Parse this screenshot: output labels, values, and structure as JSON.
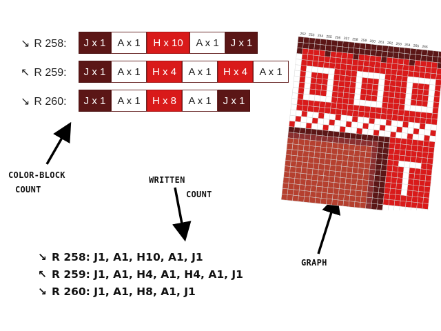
{
  "rows": [
    {
      "arrow": "↘",
      "label": "R 258:",
      "blocks": [
        {
          "color": "J",
          "text": "J x 1"
        },
        {
          "color": "A",
          "text": "A x 1"
        },
        {
          "color": "H",
          "text": "H x 10"
        },
        {
          "color": "A",
          "text": "A x 1"
        },
        {
          "color": "J",
          "text": "J x 1"
        }
      ]
    },
    {
      "arrow": "↖",
      "label": "R 259:",
      "blocks": [
        {
          "color": "J",
          "text": "J x 1"
        },
        {
          "color": "A",
          "text": "A x 1"
        },
        {
          "color": "H",
          "text": "H x 4"
        },
        {
          "color": "A",
          "text": "A x 1"
        },
        {
          "color": "H",
          "text": "H x 4"
        },
        {
          "color": "A",
          "text": "A x 1"
        }
      ]
    },
    {
      "arrow": "↘",
      "label": "R 260:",
      "blocks": [
        {
          "color": "J",
          "text": "J x 1"
        },
        {
          "color": "A",
          "text": "A x 1"
        },
        {
          "color": "H",
          "text": "H x 8"
        },
        {
          "color": "A",
          "text": "A x 1"
        },
        {
          "color": "J",
          "text": "J x 1"
        }
      ]
    }
  ],
  "annotations": {
    "color_block_line1": "COLOR-BLOCK",
    "color_block_line2": "COUNT",
    "written_line1": "WRITTEN",
    "written_line2": "COUNT",
    "graph": "GRAPH"
  },
  "written": [
    {
      "arrow": "↘",
      "text": "R 258: J1, A1, H10, A1, J1"
    },
    {
      "arrow": "↖",
      "text": "R 259: J1, A1, H4, A1, H4, A1, J1"
    },
    {
      "arrow": "↘",
      "text": "R 260: J1, A1, H8, A1, J1"
    }
  ],
  "graph_column_numbers": [
    "252",
    "253",
    "254",
    "255",
    "256",
    "257",
    "258",
    "259",
    "260",
    "261",
    "262",
    "263",
    "264",
    "265",
    "266"
  ],
  "colors": {
    "J": "#5b1616",
    "A": "#ffffff",
    "H": "#d91a1a",
    "light": "#c0392b"
  }
}
